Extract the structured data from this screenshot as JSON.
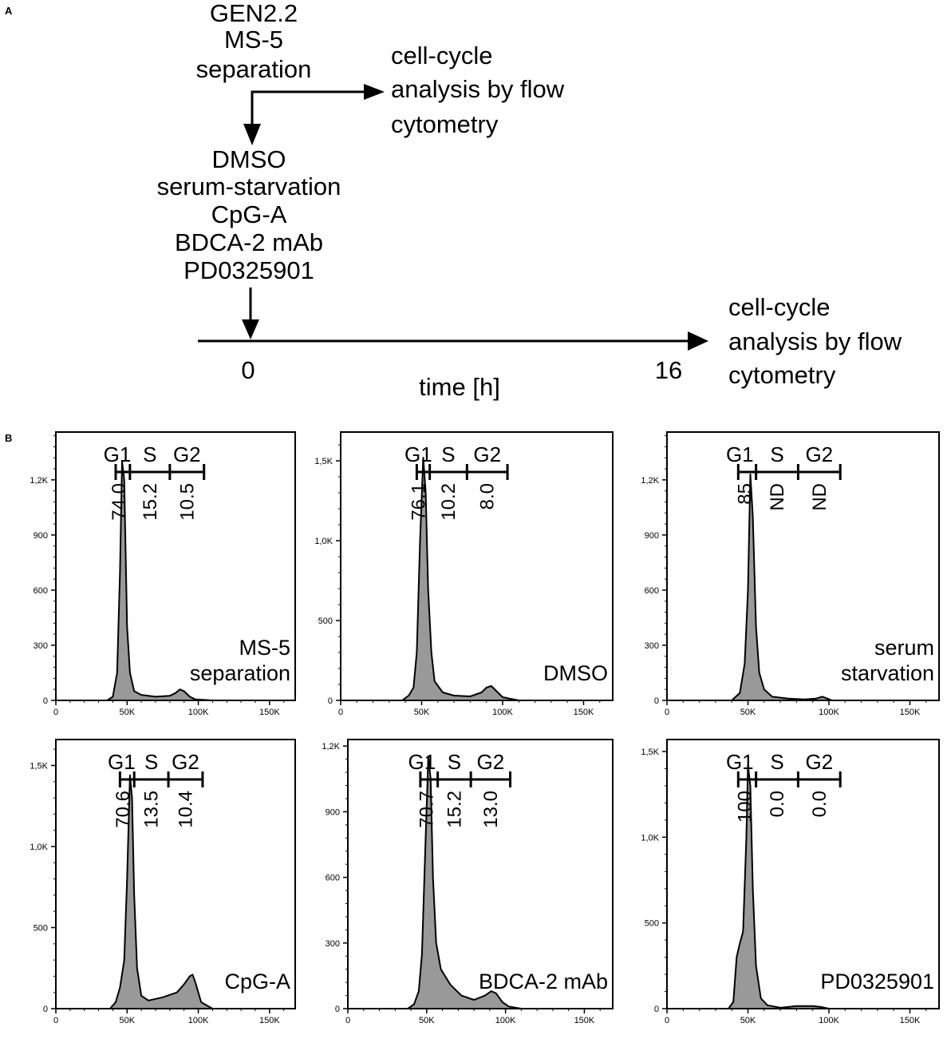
{
  "panel_a": {
    "letter": "A",
    "cells_lines": [
      "GEN2.2",
      "MS-5",
      "separation"
    ],
    "analysis_top_lines": [
      "cell-cycle",
      "analysis by flow",
      "cytometry"
    ],
    "treatment_lines": [
      "DMSO",
      "serum-starvation",
      "CpG-A",
      "BDCA-2 mAb",
      "PD0325901"
    ],
    "analysis_bottom_lines": [
      "cell-cycle",
      "analysis by flow",
      "cytometry"
    ],
    "time_label": "time [h]",
    "time_start": "0",
    "time_end": "16"
  },
  "panel_b": {
    "letter": "B"
  },
  "chart_data": [
    {
      "type": "area",
      "label_lines": [
        "MS-5",
        "separation"
      ],
      "gate_labels": [
        "G1",
        "S",
        "G2"
      ],
      "gate_values": [
        "74.0",
        "15.2",
        "10.5"
      ],
      "gates_x": [
        42000,
        52000,
        80000,
        104000
      ],
      "xlim": [
        0,
        168000
      ],
      "ylim": [
        0,
        1460
      ],
      "xticks": [
        0,
        50000,
        100000,
        150000
      ],
      "xtick_labels": [
        "0",
        "50K",
        "100K",
        "150K"
      ],
      "yticks": [
        0,
        300,
        600,
        900,
        1200
      ],
      "ytick_labels": [
        "0",
        "300",
        "600",
        "900",
        "1,2K"
      ],
      "x": [
        0,
        36000,
        40000,
        43000,
        45000,
        46500,
        48000,
        49000,
        50000,
        52000,
        55000,
        60000,
        70000,
        80000,
        84000,
        87000,
        90000,
        94000,
        98000,
        110000,
        168000
      ],
      "y": [
        0,
        0,
        20,
        150,
        700,
        1300,
        1200,
        800,
        400,
        150,
        50,
        30,
        20,
        25,
        40,
        60,
        50,
        20,
        5,
        0,
        0
      ]
    },
    {
      "type": "area",
      "label_lines": [
        "DMSO"
      ],
      "gate_labels": [
        "G1",
        "S",
        "G2"
      ],
      "gate_values": [
        "76.1",
        "10.2",
        "8.0"
      ],
      "gates_x": [
        47000,
        55000,
        78000,
        103000
      ],
      "xlim": [
        0,
        168000
      ],
      "ylim": [
        0,
        1680
      ],
      "xticks": [
        0,
        50000,
        100000,
        150000
      ],
      "xtick_labels": [
        "0",
        "50K",
        "100K",
        "150K"
      ],
      "yticks": [
        0,
        500,
        1000,
        1500
      ],
      "ytick_labels": [
        "0",
        "500",
        "1,0K",
        "1,5K"
      ],
      "x": [
        0,
        38000,
        42000,
        45000,
        47000,
        49000,
        51000,
        52500,
        54000,
        56000,
        58000,
        63000,
        70000,
        80000,
        87000,
        90000,
        93000,
        96000,
        100000,
        110000,
        168000
      ],
      "y": [
        0,
        0,
        30,
        80,
        300,
        1000,
        1520,
        1300,
        700,
        300,
        120,
        50,
        30,
        25,
        50,
        80,
        90,
        60,
        20,
        0,
        0
      ]
    },
    {
      "type": "area",
      "label_lines": [
        "serum",
        "starvation"
      ],
      "gate_labels": [
        "G1",
        "S",
        "G2"
      ],
      "gate_values": [
        "85",
        "ND",
        "ND"
      ],
      "gates_x": [
        44000,
        55000,
        81000,
        107000
      ],
      "xlim": [
        0,
        168000
      ],
      "ylim": [
        0,
        1460
      ],
      "xticks": [
        0,
        50000,
        100000,
        150000
      ],
      "xtick_labels": [
        "0",
        "50K",
        "100K",
        "150K"
      ],
      "yticks": [
        0,
        300,
        600,
        900,
        1200
      ],
      "ytick_labels": [
        "0",
        "300",
        "600",
        "900",
        "1,2K"
      ],
      "x": [
        0,
        40000,
        45000,
        48000,
        50000,
        51500,
        53000,
        55000,
        57000,
        60000,
        65000,
        75000,
        85000,
        92000,
        96000,
        99000,
        102000,
        168000
      ],
      "y": [
        0,
        0,
        40,
        200,
        600,
        1230,
        1000,
        400,
        150,
        60,
        20,
        10,
        5,
        10,
        20,
        10,
        0,
        0
      ]
    },
    {
      "type": "area",
      "label_lines": [
        "CpG-A"
      ],
      "gate_labels": [
        "G1",
        "S",
        "G2"
      ],
      "gate_values": [
        "70.6",
        "13.5",
        "10.4"
      ],
      "gates_x": [
        45000,
        55000,
        79000,
        103000
      ],
      "xlim": [
        0,
        168000
      ],
      "ylim": [
        0,
        1660
      ],
      "xticks": [
        0,
        50000,
        100000,
        150000
      ],
      "xtick_labels": [
        "0",
        "50K",
        "100K",
        "150K"
      ],
      "yticks": [
        0,
        500,
        1000,
        1500
      ],
      "ytick_labels": [
        "0",
        "500",
        "1,0K",
        "1,5K"
      ],
      "x": [
        0,
        38000,
        42000,
        45000,
        48000,
        50000,
        52000,
        53500,
        55000,
        57000,
        60000,
        65000,
        75000,
        85000,
        90000,
        94000,
        96000,
        98000,
        102000,
        110000,
        168000
      ],
      "y": [
        0,
        0,
        40,
        130,
        300,
        800,
        1440,
        1300,
        700,
        250,
        80,
        50,
        70,
        100,
        150,
        200,
        210,
        160,
        40,
        0,
        0
      ]
    },
    {
      "type": "area",
      "label_lines": [
        "BDCA-2 mAb"
      ],
      "gate_labels": [
        "G1",
        "S",
        "G2"
      ],
      "gate_values": [
        "70.7",
        "15.2",
        "13.0"
      ],
      "gates_x": [
        46000,
        57000,
        78000,
        103000
      ],
      "xlim": [
        0,
        168000
      ],
      "ylim": [
        0,
        1230
      ],
      "xticks": [
        0,
        50000,
        100000,
        150000
      ],
      "xtick_labels": [
        "0",
        "50K",
        "100K",
        "150K"
      ],
      "yticks": [
        0,
        300,
        600,
        900,
        1200
      ],
      "ytick_labels": [
        "0",
        "300",
        "600",
        "900",
        "1,2K"
      ],
      "x": [
        0,
        38000,
        42000,
        45000,
        47000,
        49000,
        51000,
        52500,
        54000,
        56000,
        59000,
        65000,
        72000,
        80000,
        87000,
        91000,
        94000,
        98000,
        102000,
        110000,
        168000
      ],
      "y": [
        0,
        0,
        20,
        80,
        250,
        700,
        1150,
        1050,
        600,
        300,
        180,
        110,
        60,
        40,
        60,
        80,
        70,
        30,
        10,
        0,
        0
      ]
    },
    {
      "type": "area",
      "label_lines": [
        "PD0325901"
      ],
      "gate_labels": [
        "G1",
        "S",
        "G2"
      ],
      "gate_values": [
        "100",
        "0.0",
        "0.0"
      ],
      "gates_x": [
        44000,
        55000,
        81000,
        107000
      ],
      "xlim": [
        0,
        168000
      ],
      "ylim": [
        0,
        1570
      ],
      "xticks": [
        0,
        50000,
        100000,
        150000
      ],
      "xtick_labels": [
        "0",
        "50K",
        "100K",
        "150K"
      ],
      "yticks": [
        0,
        500,
        1000,
        1500
      ],
      "ytick_labels": [
        "0",
        "500",
        "1,0K",
        "1,5K"
      ],
      "x": [
        0,
        38000,
        41000,
        43000,
        45000,
        47000,
        49000,
        50000,
        51500,
        53000,
        55000,
        58000,
        62000,
        70000,
        80000,
        90000,
        95000,
        100000,
        168000
      ],
      "y": [
        0,
        0,
        40,
        300,
        380,
        450,
        1000,
        1420,
        1300,
        700,
        250,
        60,
        20,
        5,
        15,
        15,
        10,
        0,
        0
      ]
    }
  ]
}
